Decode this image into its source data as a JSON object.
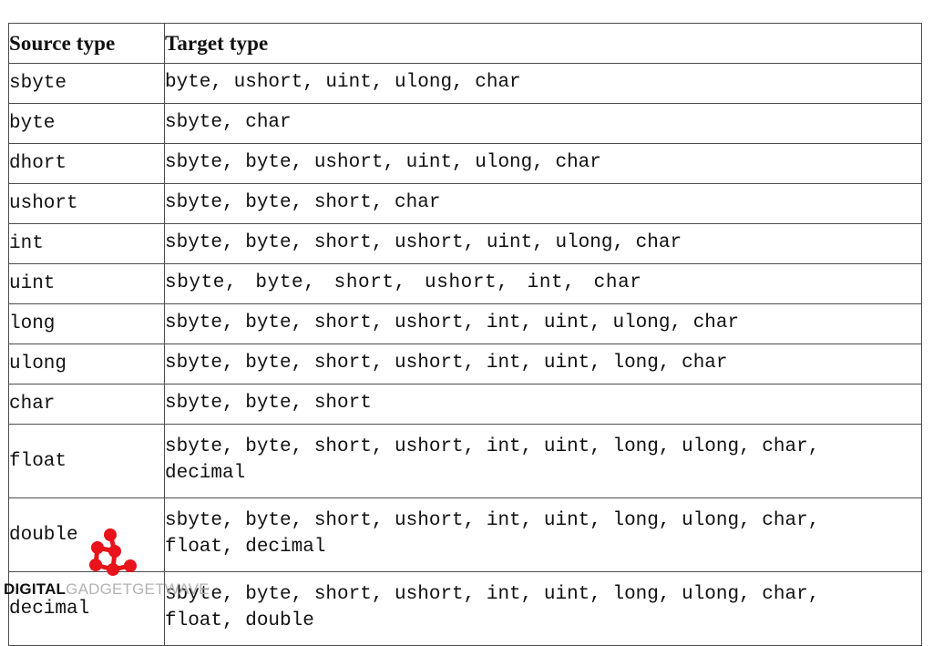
{
  "table": {
    "headers": {
      "source": "Source type",
      "target": "Target type"
    },
    "rows": [
      {
        "source": "sbyte",
        "target_lines": [
          "byte, ushort, uint, ulong, char"
        ]
      },
      {
        "source": "byte",
        "target_lines": [
          "sbyte, char"
        ]
      },
      {
        "source": "dhort",
        "target_lines": [
          "sbyte, byte, ushort, uint, ulong, char"
        ]
      },
      {
        "source": "ushort",
        "target_lines": [
          "sbyte, byte, short, char"
        ]
      },
      {
        "source": "int",
        "target_lines": [
          "sbyte, byte, short, ushort, uint, ulong, char"
        ]
      },
      {
        "source": "uint",
        "target_lines": [
          "sbyte, byte, short, ushort, int, char"
        ]
      },
      {
        "source": "long",
        "target_lines": [
          "sbyte, byte, short, ushort, int, uint, ulong, char"
        ]
      },
      {
        "source": "ulong",
        "target_lines": [
          "sbyte, byte, short, ushort, int, uint, long, char"
        ]
      },
      {
        "source": "char",
        "target_lines": [
          "sbyte, byte, short"
        ]
      },
      {
        "source": "float",
        "target_lines": [
          "sbyte, byte, short, ushort, int, uint, long, ulong, char,",
          "decimal"
        ]
      },
      {
        "source": "double",
        "target_lines": [
          "sbyte, byte, short, ushort, int, uint, long, ulong, char,",
          "float, decimal"
        ]
      },
      {
        "source": "decimal",
        "target_lines": [
          "sbyte, byte, short, ushort, int, uint, long, ulong, char,",
          "float, double"
        ]
      }
    ]
  },
  "watermark": {
    "text_strong": "DIGITAL",
    "text_light": "GADGETGETWAVE",
    "logo_name": "molecule-nodes-logo",
    "logo_color": "#e8131b",
    "text_strong_color": "#111111",
    "text_light_color": "#b3b3b3"
  },
  "colors": {
    "background": "#ffffff",
    "border": "#4c4c4c",
    "text": "#1a1a1a"
  }
}
